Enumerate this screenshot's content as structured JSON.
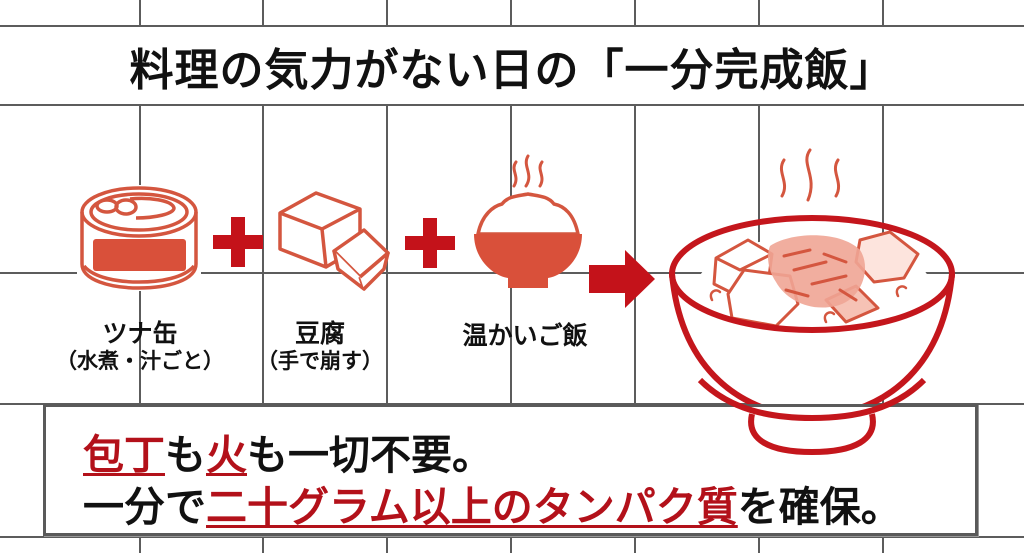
{
  "title": "料理の気力がない日の「一分完成飯」",
  "ingredients": [
    {
      "icon": "tuna-can-icon",
      "label": "ツナ缶",
      "note": "（水煮・汁ごと）"
    },
    {
      "icon": "tofu-icon",
      "label": "豆腐",
      "note": "（手で崩す）"
    },
    {
      "icon": "rice-bowl-icon",
      "label": "温かいご飯",
      "note": ""
    }
  ],
  "operators": {
    "plus": "plus-icon",
    "arrow": "arrow-right-icon"
  },
  "result": {
    "icon": "tuna-tofu-rice-bowl-icon"
  },
  "callout": {
    "line1": [
      {
        "text": "包丁",
        "highlight": true
      },
      {
        "text": "も",
        "highlight": false
      },
      {
        "text": "火",
        "highlight": true
      },
      {
        "text": "も一切不要。",
        "highlight": false
      }
    ],
    "line2": [
      {
        "text": "一分で",
        "highlight": false
      },
      {
        "text": "二十グラム以上のタンパク質",
        "highlight": true
      },
      {
        "text": "を確保。",
        "highlight": false
      }
    ]
  },
  "colors": {
    "accent_red": "#b3111a",
    "icon_red": "#d9503a",
    "text": "#111111",
    "grid": "#5a5a5a"
  }
}
